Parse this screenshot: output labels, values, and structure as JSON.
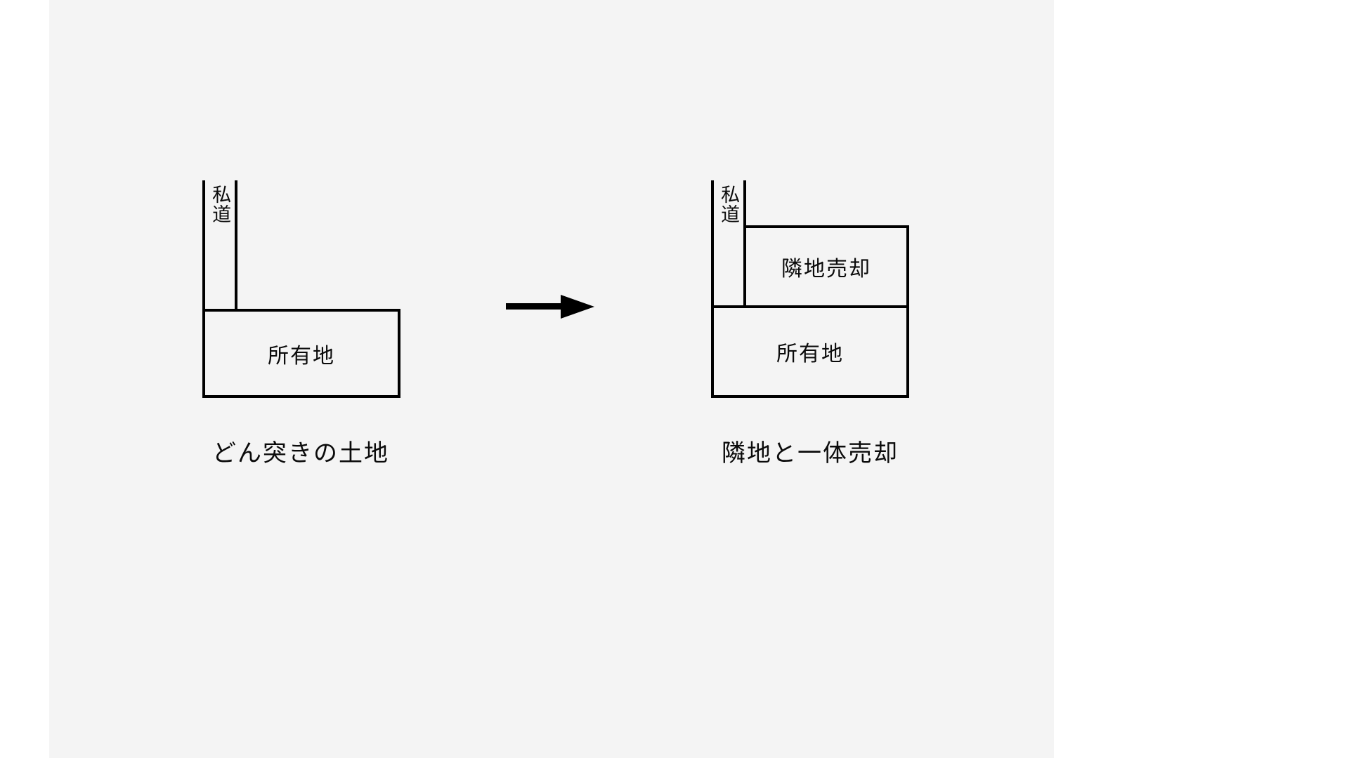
{
  "canvas": {
    "background_color": "#f4f4f4",
    "page_background_color": "#ffffff",
    "line_color": "#000000"
  },
  "diagram": {
    "type": "before-after-land-plot",
    "before": {
      "caption": "どん突きの土地",
      "parcels": [
        {
          "id": "private-road",
          "label": "私道",
          "orientation": "vertical"
        },
        {
          "id": "owned-land",
          "label": "所有地",
          "orientation": "horizontal"
        }
      ]
    },
    "transition": {
      "icon": "right-arrow-icon",
      "color": "#000000"
    },
    "after": {
      "caption": "隣地と一体売却",
      "parcels": [
        {
          "id": "private-road",
          "label": "私道",
          "orientation": "vertical"
        },
        {
          "id": "neighbour-land",
          "label": "隣地売却",
          "orientation": "horizontal"
        },
        {
          "id": "owned-land",
          "label": "所有地",
          "orientation": "horizontal"
        }
      ]
    }
  },
  "labels": {
    "private_road": "私道",
    "owned_land": "所有地",
    "neighbour_sold": "隣地売却",
    "caption_before": "どん突きの土地",
    "caption_after": "隣地と一体売却"
  }
}
